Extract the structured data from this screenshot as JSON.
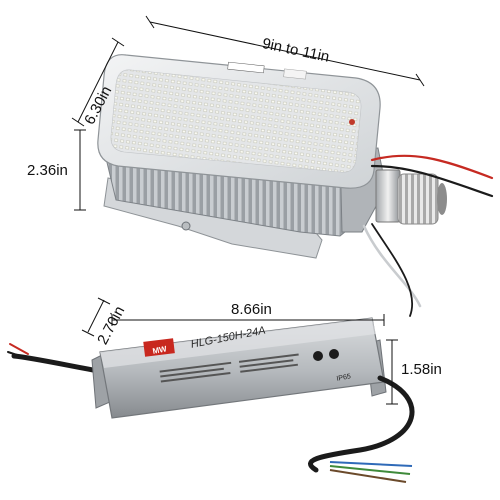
{
  "dimensions": {
    "lamp_width": "9in to 11in",
    "lamp_depth": "6.30in",
    "lamp_height": "2.36in",
    "driver_length": "8.66in",
    "driver_width": "2.70in",
    "driver_height": "1.58in"
  },
  "driver": {
    "brand": "MW",
    "model": "HLG-150H-24A",
    "rating": "IP65"
  },
  "colors": {
    "background": "#ffffff",
    "heatsink": "#c9cdd2",
    "led_board": "#e6e8ea",
    "driver_case": "#b9bdc1",
    "driver_label": "#c8281f",
    "wire_red": "#c62a22",
    "wire_black": "#1b1b1b",
    "wire_white": "#f0f0f0",
    "wire_green": "#3f8a3a",
    "wire_blue": "#2f6ab8"
  }
}
